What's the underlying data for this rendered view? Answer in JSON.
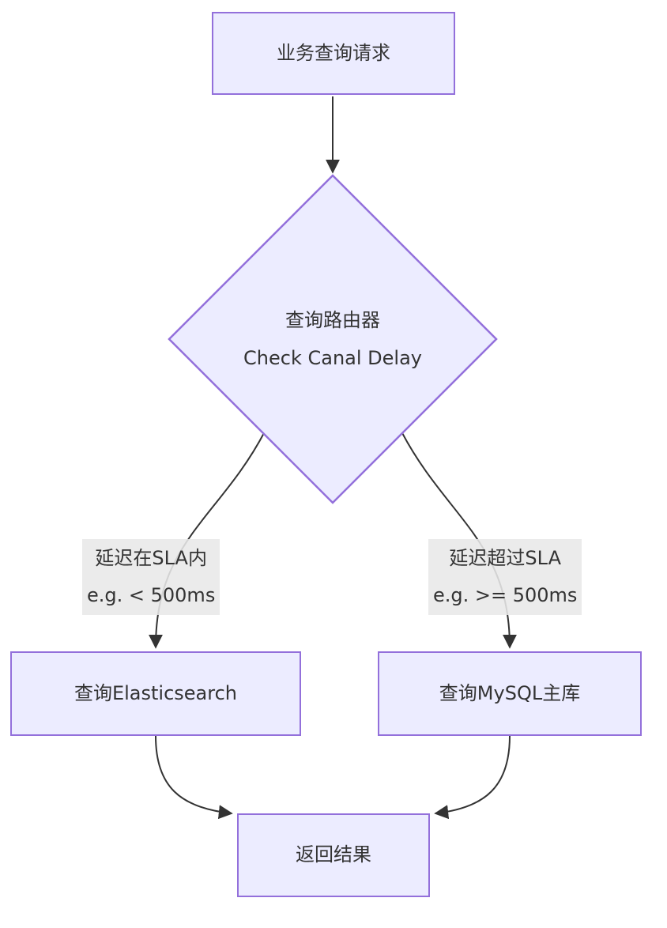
{
  "diagram": {
    "type": "flowchart",
    "direction": "top-down",
    "colors": {
      "background": "#ffffff",
      "node_fill": "#ECECFF",
      "node_border": "#9370DB",
      "edge_line": "#333333",
      "edge_label_bg": "#e8e8e8",
      "text": "#333333"
    },
    "nodes": {
      "start": {
        "shape": "rectangle",
        "label": "业务查询请求"
      },
      "router": {
        "shape": "diamond",
        "line1": "查询路由器",
        "line2": "Check Canal Delay"
      },
      "es": {
        "shape": "rectangle",
        "label": "查询Elasticsearch"
      },
      "mysql": {
        "shape": "rectangle",
        "label": "查询MySQL主库"
      },
      "result": {
        "shape": "rectangle",
        "label": "返回结果"
      }
    },
    "edges": {
      "start_to_router": {
        "from": "start",
        "to": "router"
      },
      "router_to_es": {
        "from": "router",
        "to": "es",
        "line1": "延迟在SLA内",
        "line2": "e.g. < 500ms"
      },
      "router_to_mysql": {
        "from": "router",
        "to": "mysql",
        "line1": "延迟超过SLA",
        "line2": "e.g. >= 500ms"
      },
      "es_to_result": {
        "from": "es",
        "to": "result"
      },
      "mysql_to_result": {
        "from": "mysql",
        "to": "result"
      }
    }
  }
}
